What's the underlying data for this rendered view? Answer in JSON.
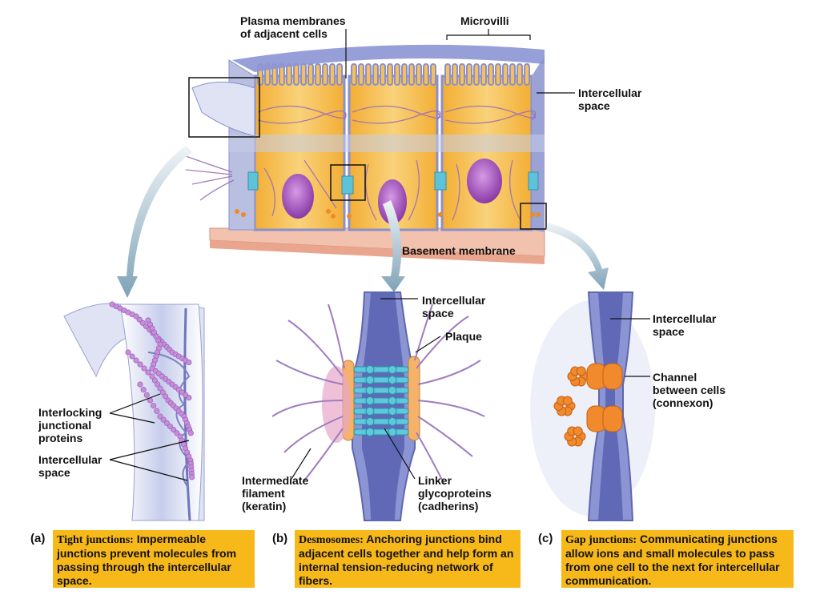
{
  "labels": {
    "plasma_membranes": "Plasma membranes\nof adjacent cells",
    "microvilli": "Microvilli",
    "intercellular_space_top": "Intercellular\nspace",
    "basement_membrane": "Basement membrane",
    "interlocking_proteins": "Interlocking\njunctional\nproteins",
    "intercellular_space_a": "Intercellular\nspace",
    "intercellular_space_b": "Intercellular\nspace",
    "plaque": "Plaque",
    "intermediate_filament": "Intermediate\nfilament\n(keratin)",
    "linker_glycoproteins": "Linker\nglycoproteins\n(cadherins)",
    "intercellular_space_c": "Intercellular\nspace",
    "channel": "Channel\nbetween cells\n(connexon)"
  },
  "captions": [
    {
      "tag": "(a)",
      "term": "Tight junctions:",
      "text": " Impermeable junctions prevent molecules from passing through the intercellular space."
    },
    {
      "tag": "(b)",
      "term": "Desmosomes:",
      "text": " Anchoring junctions bind adjacent cells together and help form an internal tension-reducing network of fibers."
    },
    {
      "tag": "(c)",
      "term": "Gap junctions:",
      "text": " Communicating junctions allow ions and small molecules to pass from one cell to the next for intercellular communication."
    }
  ],
  "colors": {
    "cytoplasm": "#f6bf48",
    "membrane": "#7f86c8",
    "nucleus": "#9a48b6",
    "basement": "#f0b8a4",
    "caption_bg": "#f7b81a",
    "protein": "#ee8a2a",
    "linker": "#48c0d8"
  }
}
